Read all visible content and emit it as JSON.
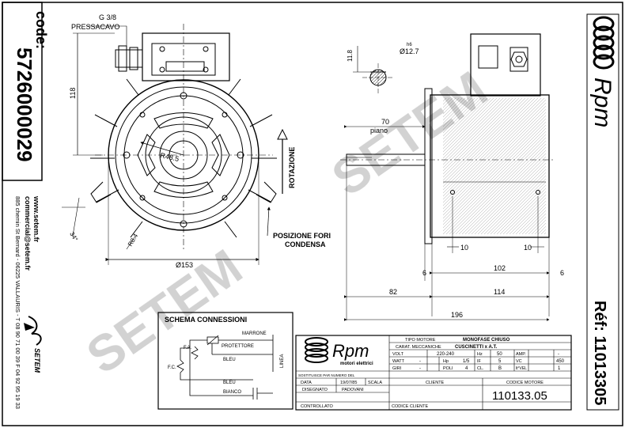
{
  "left_strip": {
    "code_label": "code:",
    "code_number": "5726000029",
    "website": "www.setem.fr",
    "email": "commercial@setem.fr",
    "address": "885 chemin St Bernard - 06225 VALLAURIS - T 08 90 71 00 39  F 04 92 95 19 33"
  },
  "right_strip": {
    "brand": "Rpm",
    "ref_label": "Réf: 11013305"
  },
  "front_view": {
    "thread": "G 3/8",
    "gland": "PRESSACAVO",
    "height": "118",
    "radius": "R48.5",
    "rotation": "ROTAZIONE",
    "mount_angle": "34°",
    "slot": "R8.4",
    "diameter": "Ø153",
    "holes_line1": "POSIZIONE FORI",
    "holes_line2": "CONDENSA"
  },
  "side_view": {
    "key_height": "11.8",
    "shaft_tol": "h6",
    "shaft_dia": "Ø12.7",
    "shaft_len": "70",
    "flat": "piano",
    "dim_10_left": "10",
    "dim_10_right": "10",
    "dim_6_left": "6",
    "dim_6_right": "6",
    "dim_102": "102",
    "dim_82": "82",
    "dim_114": "114",
    "dim_196": "196"
  },
  "schema": {
    "title": "SCHEMA CONNESSIONI",
    "marrone": "MARRONE",
    "protettore": "PROTETTORE",
    "fa": "F.A.",
    "bleu1": "BLEU",
    "fc": "F.C.",
    "linea": "LINEA",
    "bleu2": "BLEU",
    "bianco": "BIANCO"
  },
  "title_block": {
    "brand": "Rpm",
    "brand_sub": "motori elettrici",
    "tipo_motore_label": "TIPO MOTORE",
    "tipo_motore_value": "MONOFASE CHIUSO",
    "carat_label": "CARAT. MECCANICHE",
    "carat_value": "CUSCINETTI x A.T.",
    "volt_label": "VOLT",
    "volt_value": "220-240",
    "hz_label": "Hz",
    "hz_value": "50",
    "amp_label": "AMP.",
    "amp_value": "-",
    "watt_label": "WATT",
    "watt_value": "-",
    "hp_label": "Hp",
    "hp_value": "1/5",
    "if_label": "IF",
    "if_value": "5",
    "vc_label": "VC",
    "vc_value": "450",
    "giri_label": "GIRI",
    "giri_value": "-",
    "poli_label": "POLI",
    "poli_value": "4",
    "cl_label": "CL.",
    "cl_value": "B",
    "level_label": "lt°VEL",
    "level_value": "1",
    "sostituisce": "SOSTITUISCE PAR NUMERO DEL",
    "data_label": "DATA",
    "data_value": "19/07/85",
    "scala_label": "SCALA",
    "disegnato_label": "DISEGNATO",
    "disegnato_value": "PADOVANI",
    "controllato_label": "CONTROLLATO",
    "cliente_label": "CLIENTE",
    "codice_motore_label": "CODICE MOTORE",
    "codice_motore_value": "110133.05",
    "codice_cliente_label": "CODICE CLIENTE"
  },
  "watermark": "SETEM"
}
